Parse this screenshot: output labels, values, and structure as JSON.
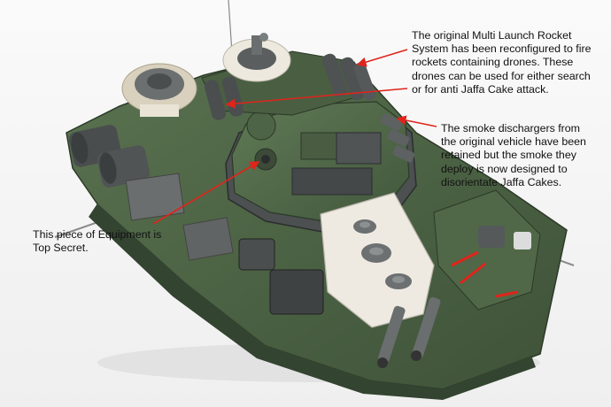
{
  "photo": {
    "subject": "tank-model",
    "colors": {
      "background": "#f4f4f4",
      "hull_green": "#4e6446",
      "hull_dark": "#3a4b35",
      "grey_plastic": "#55595a",
      "white_plastic": "#e8e3d6",
      "arrow_red": "#e0241b"
    }
  },
  "annotations": [
    {
      "id": "mlrs",
      "text": "The original Multi Launch Rocket\nSystem has been reconfigured to fire\nrockets containing drones. These\ndrones can be used for either search\nor for anti Jaffa Cake attack."
    },
    {
      "id": "smoke",
      "text": "The smoke dischargers from\nthe original vehicle have been\nretained but the smoke they\ndeploy is now designed to\ndisorientate Jaffa Cakes."
    },
    {
      "id": "secret",
      "text": "This piece of Equipment is\nTop Secret."
    }
  ]
}
